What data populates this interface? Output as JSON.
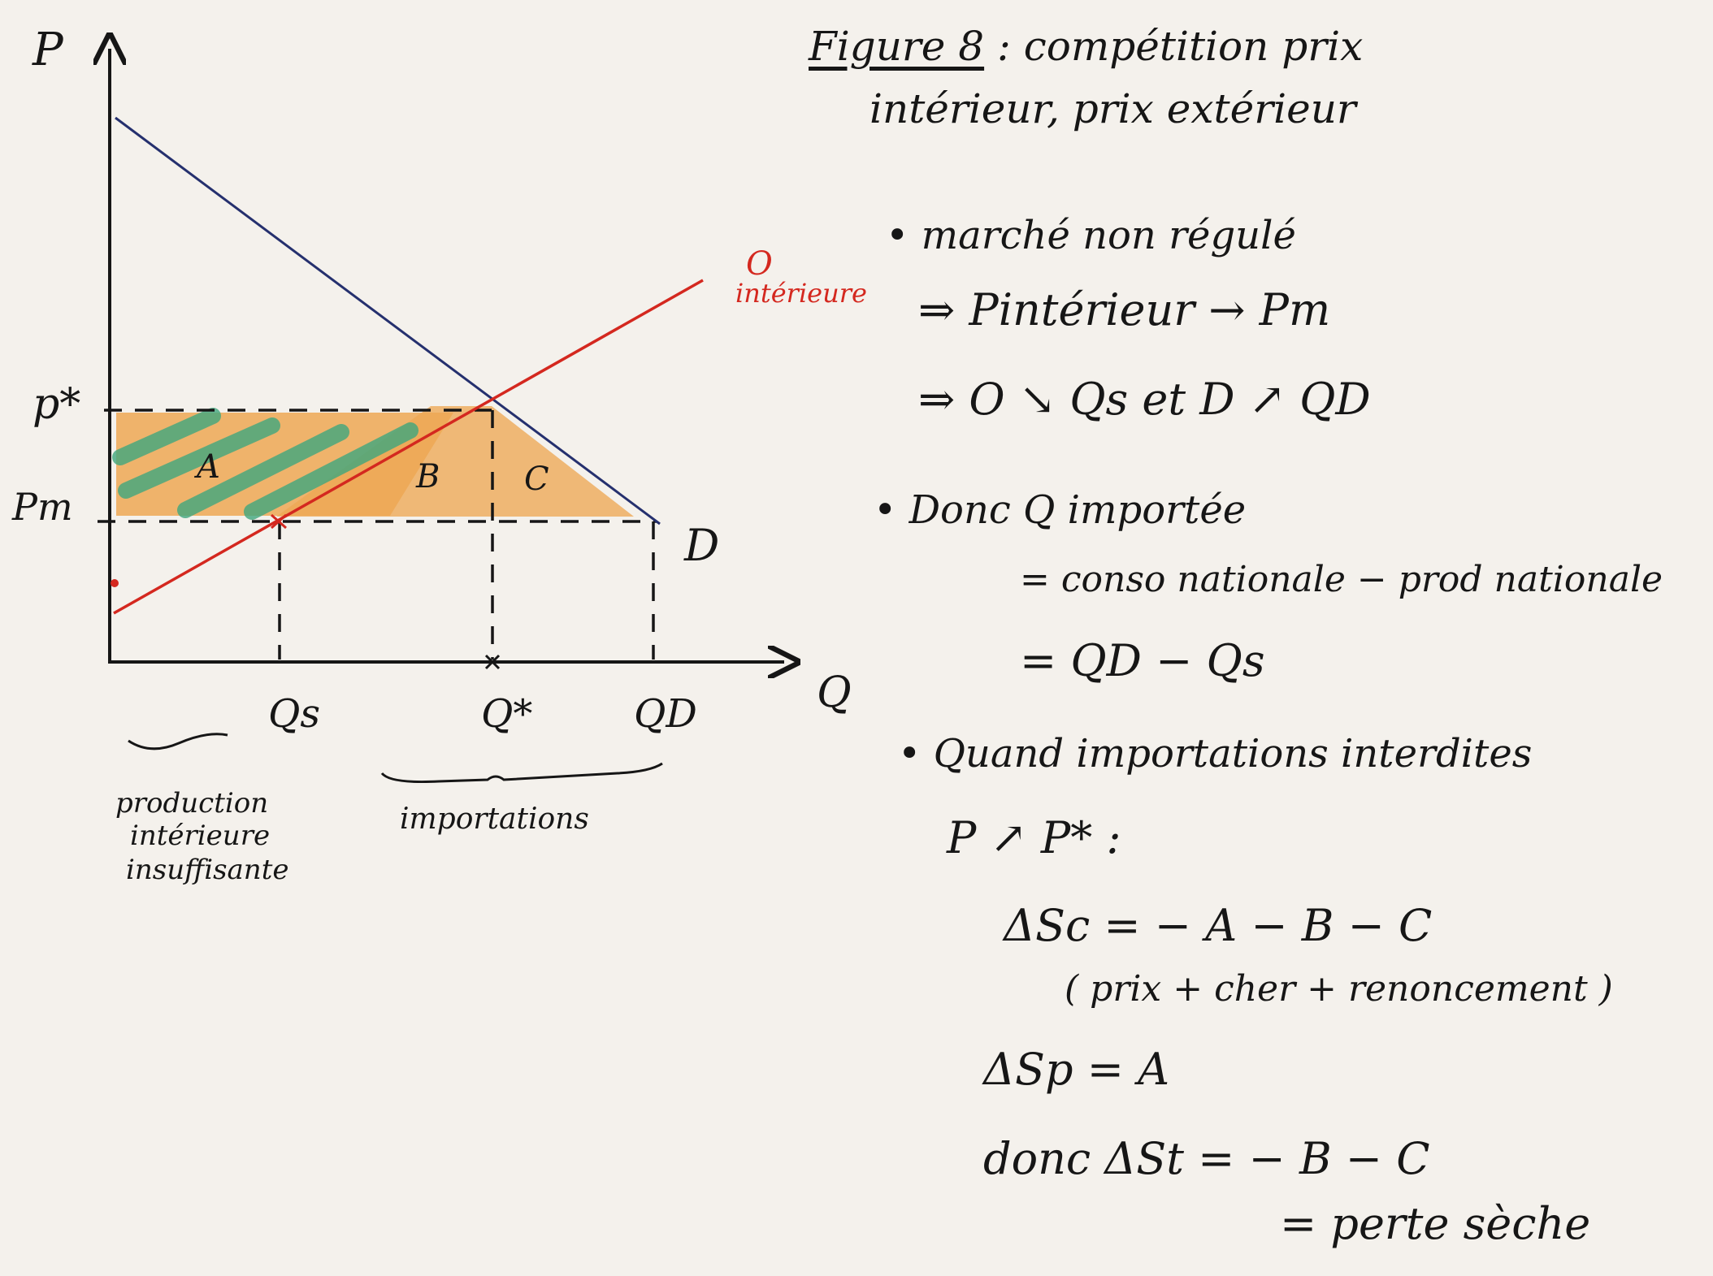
{
  "figure": {
    "title_label": "Figure 8",
    "title_sep": ":",
    "title_rest": "compétition prix",
    "title_line2": "intérieur, prix extérieur"
  },
  "diagram": {
    "axis_y_label": "P",
    "axis_x_label": "Q",
    "price_star_label": "p*",
    "price_world_label": "Pm",
    "qs_label": "Qs",
    "qstar_label": "Q*",
    "qd_label": "QD",
    "demand_label": "D",
    "supply_label": "O",
    "supply_sub_label": "intérieure",
    "area_a_label": "A",
    "area_b_label": "B",
    "area_c_label": "C",
    "note_domestic_line1": "production",
    "note_domestic_line2": "intérieure",
    "note_domestic_line3": "insuffisante",
    "note_imports": "importations"
  },
  "notes": {
    "b1_line1": "• marché non régulé",
    "b1_line2": "⇒ Pintérieur → Pm",
    "b1_line3": "⇒ O ↘ Qs et D ↗ QD",
    "b2_line1": "• Donc Q importée",
    "b2_line2": "= conso nationale − prod nationale",
    "b2_line3": "= QD − Qs",
    "b3_line1": "• Quand importations interdites",
    "b3_line2": "P ↗ P* :",
    "b3_line3": "ΔSc = − A − B − C",
    "b3_line4": "( prix + cher + renoncement )",
    "b3_line5": "ΔSp = A",
    "b3_line6": "donc ΔSt = − B − C",
    "b3_line7": "= perte sèche"
  },
  "colors": {
    "demand": "#25306e",
    "supply": "#d4281f",
    "orange_fill": "#eda855",
    "green_hatch": "#3fa77e",
    "ink": "#161616"
  }
}
